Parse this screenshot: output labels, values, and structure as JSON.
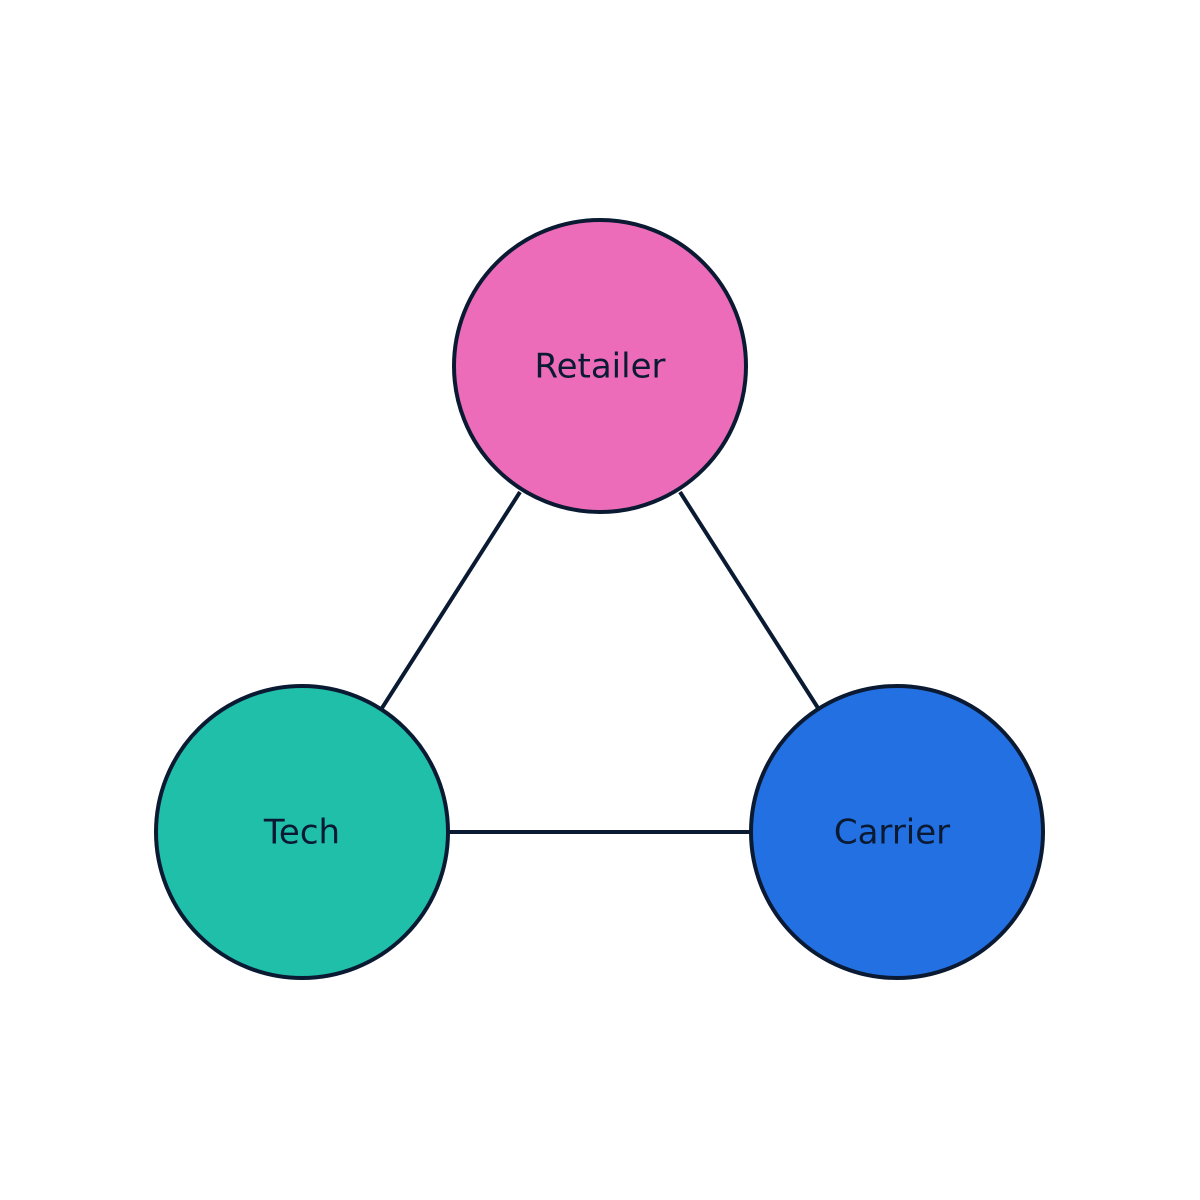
{
  "diagram": {
    "nodes": [
      {
        "id": "retailer",
        "label": "Retailer",
        "color": "#EC6CB9"
      },
      {
        "id": "tech",
        "label": "Tech",
        "color": "#1FBFAA"
      },
      {
        "id": "carrier",
        "label": "Carrier",
        "color": "#2370E2"
      }
    ],
    "edges": [
      {
        "from": "retailer",
        "to": "tech"
      },
      {
        "from": "retailer",
        "to": "carrier"
      },
      {
        "from": "tech",
        "to": "carrier"
      }
    ],
    "stroke_color": "#0B1A33",
    "label_color": "#0B1A33",
    "background": "#FFFFFF"
  }
}
